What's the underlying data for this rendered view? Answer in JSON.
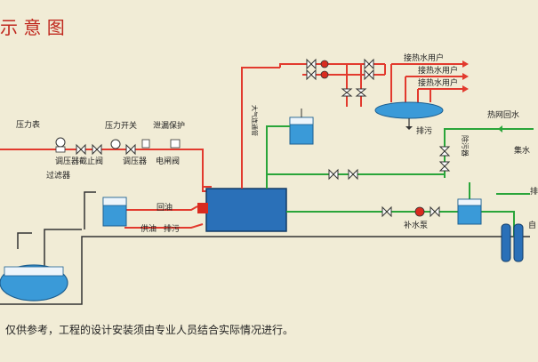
{
  "title": "示 意 图",
  "footer": "仅供参考，工程的设计安装须由专业人员结合实际情况进行。",
  "labels": {
    "pressure_gauge": "压力表",
    "pressure_switch": "压力开关",
    "leak_protection": "泄漏保护",
    "regulator_shutoff": "调压器截止阀",
    "regulator": "调压器",
    "solenoid_valve": "电闸阀",
    "filter": "过滤器",
    "return_oil": "回油",
    "supply_oil": "供油",
    "drain_1": "排污",
    "atmosphere_pipe": "大气连通管",
    "hot_water_user_1": "接热水用户",
    "hot_water_user_2": "接热水用户",
    "hot_water_user_3": "接热水用户",
    "drain_2": "排污",
    "heating_return": "热网回水",
    "dirt_separator": "除污器",
    "makeup_pump": "补水泵",
    "collect_water": "集水",
    "self_partial": "自",
    "right_partial": "排"
  },
  "colors": {
    "background": "#f1ecd6",
    "hot_pipe": "#e23a2e",
    "water_pipe": "#2aa53a",
    "vessel": "#3a9ad8",
    "boiler": "#2a70b8"
  }
}
